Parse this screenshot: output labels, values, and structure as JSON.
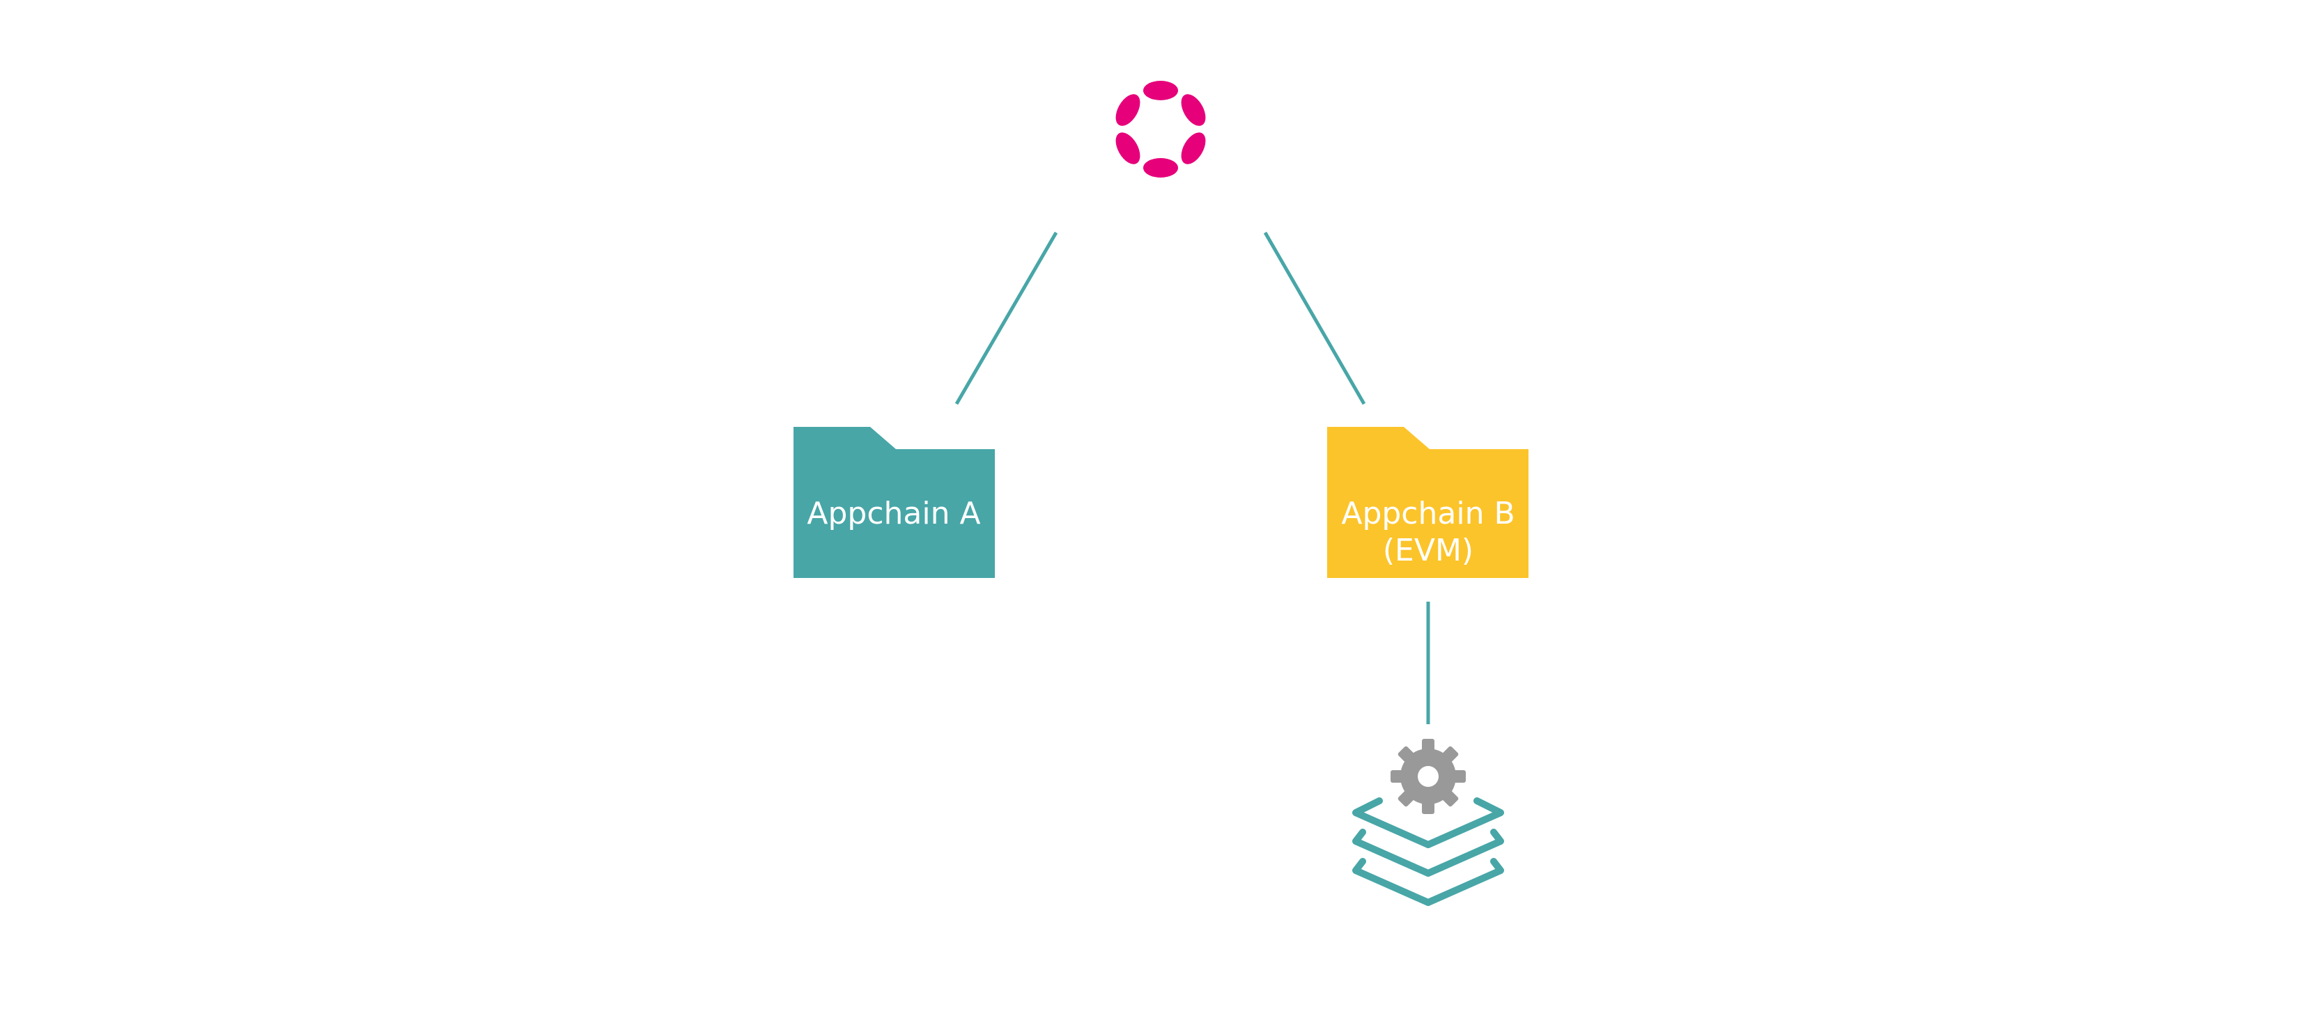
{
  "nodes": {
    "appchain_a": {
      "label": "Appchain A",
      "color": "#48A6A7"
    },
    "appchain_b": {
      "label_line1": "Appchain B",
      "label_line2": "(EVM)",
      "color": "#FCC42B"
    },
    "relay": {
      "icon": "polkadot-logo-icon",
      "color": "#E6007A"
    },
    "contract_stack": {
      "icons": [
        "gear-icon",
        "layers-stack-icon"
      ],
      "gear_color": "#999999",
      "layers_color": "#48A6A7"
    }
  },
  "connector_color": "#48A6A7"
}
